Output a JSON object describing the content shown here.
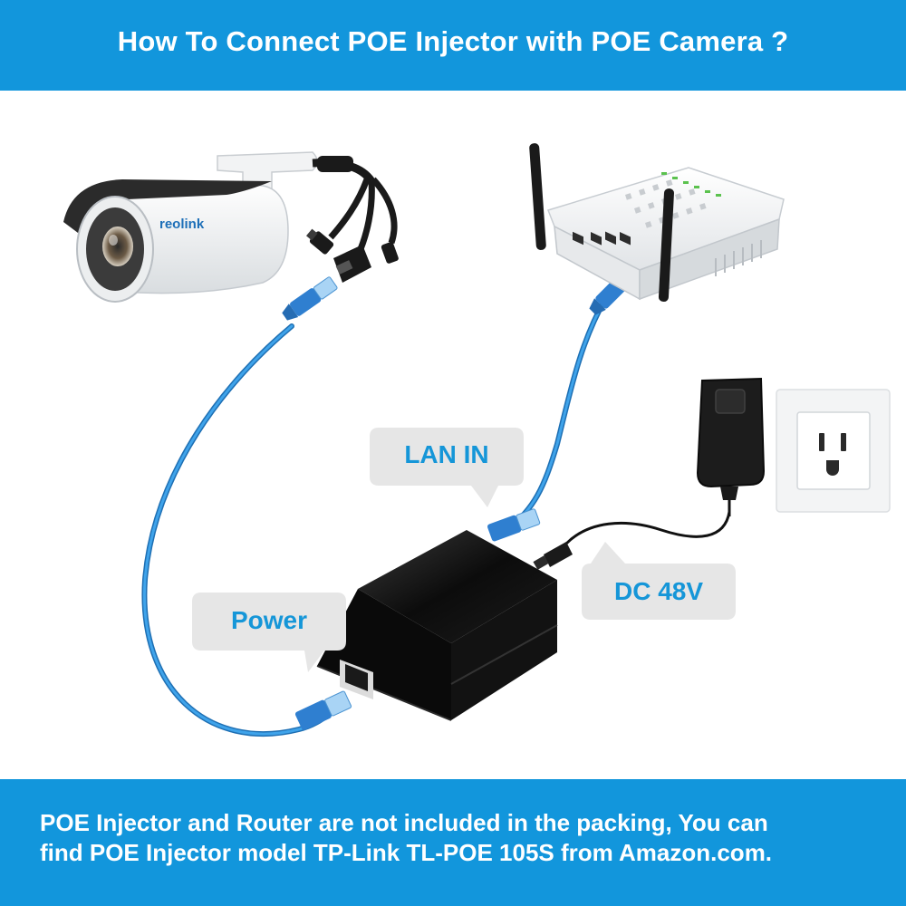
{
  "header": {
    "title": "How To Connect POE Injector with POE Camera ?"
  },
  "callouts": {
    "lan_in": "LAN IN",
    "power": "Power",
    "dc": "DC 48V"
  },
  "camera": {
    "brand": "reolink"
  },
  "footer": {
    "note_line1": "POE Injector and Router are not included in the packing, You can",
    "note_line2": "find POE Injector model TP-Link TL-POE 105S from Amazon.com."
  },
  "colors": {
    "banner": "#1296dc",
    "cable": "#2f8fd6",
    "callout_bg": "#e6e6e6",
    "callout_text": "#1596d8"
  }
}
